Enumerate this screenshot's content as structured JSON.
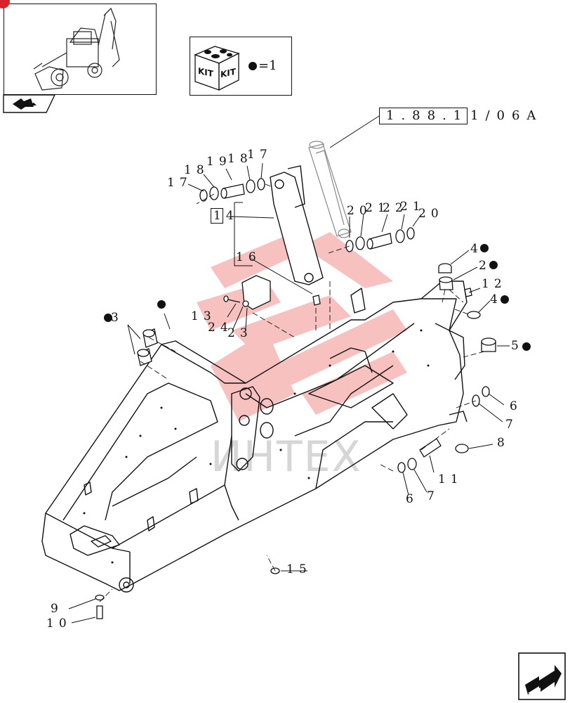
{
  "diagram": {
    "reference_code_boxed": "1.88.1",
    "reference_code_suffix": "1/06A",
    "kit_legend": {
      "kit_word_left": "KIT",
      "kit_word_right": "KIT",
      "equals_text": "=1"
    },
    "watermark_text": "ИНТЕХ",
    "callouts": {
      "c1": "17",
      "c2": "18",
      "c3": "19",
      "c4": "18",
      "c5": "17",
      "c6": "14",
      "c7": "16",
      "c8": "13",
      "c9": "24",
      "c10": "23",
      "c11": "3",
      "c12": "20",
      "c13": "21",
      "c14": "22",
      "c15": "21",
      "c16": "20",
      "c17": "4",
      "c18": "2",
      "c19": "12",
      "c20": "4",
      "c21": "5",
      "c22": "6",
      "c23": "7",
      "c24": "8",
      "c25": "11",
      "c26": "6",
      "c27": "7",
      "c28": "15",
      "c29": "9",
      "c30": "10"
    }
  }
}
